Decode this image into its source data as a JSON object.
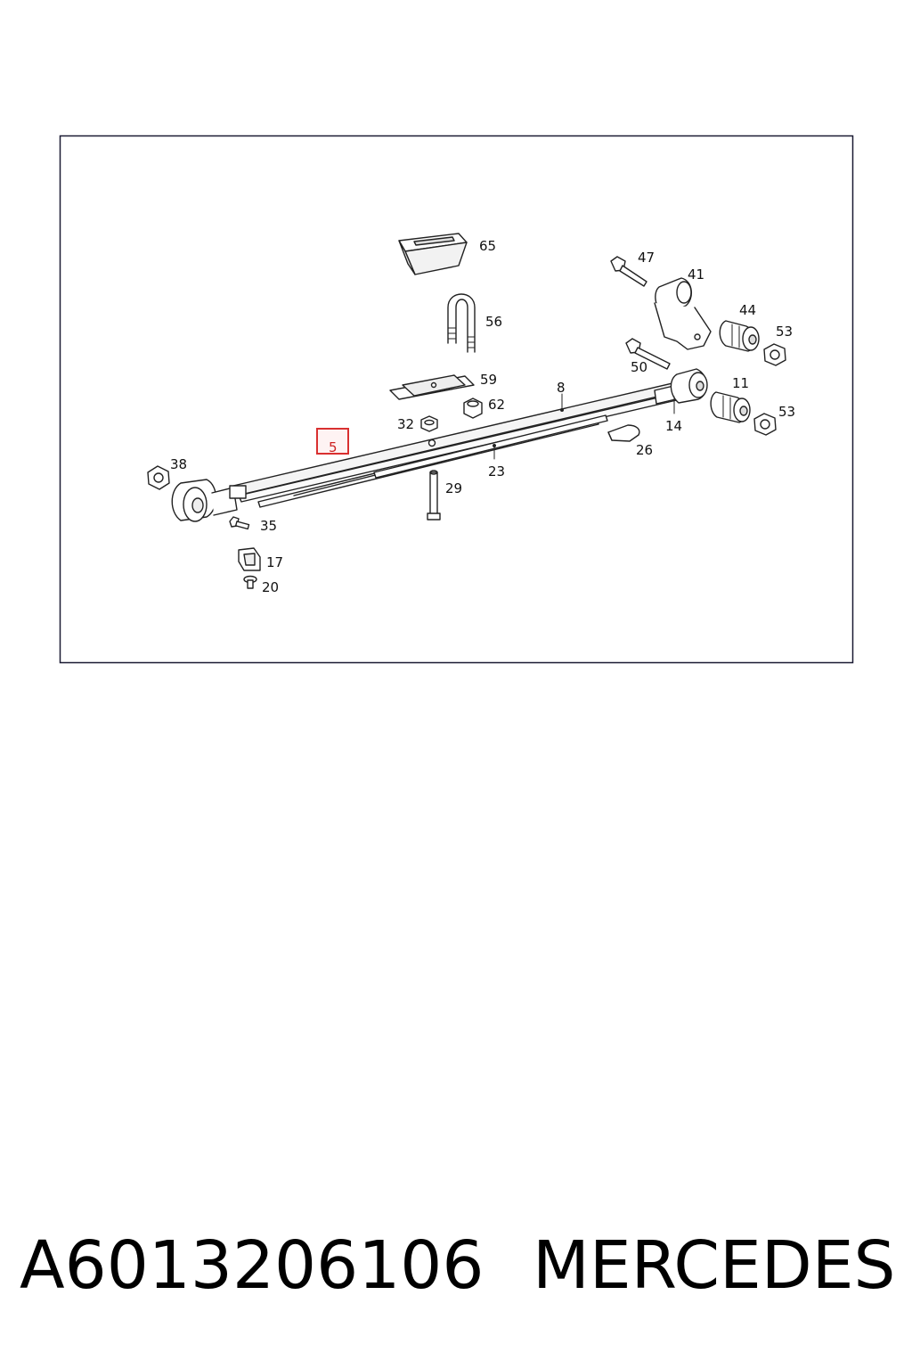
{
  "diagram": {
    "callouts": [
      "65",
      "47",
      "41",
      "56",
      "44",
      "53",
      "50",
      "59",
      "8",
      "11",
      "62",
      "32",
      "53",
      "14",
      "5",
      "26",
      "23",
      "38",
      "29",
      "35",
      "17",
      "20"
    ],
    "highlighted": "5",
    "highlight_color": "#d93030"
  },
  "caption": {
    "part_number": "A6013206106",
    "brand": "MERCEDES"
  }
}
